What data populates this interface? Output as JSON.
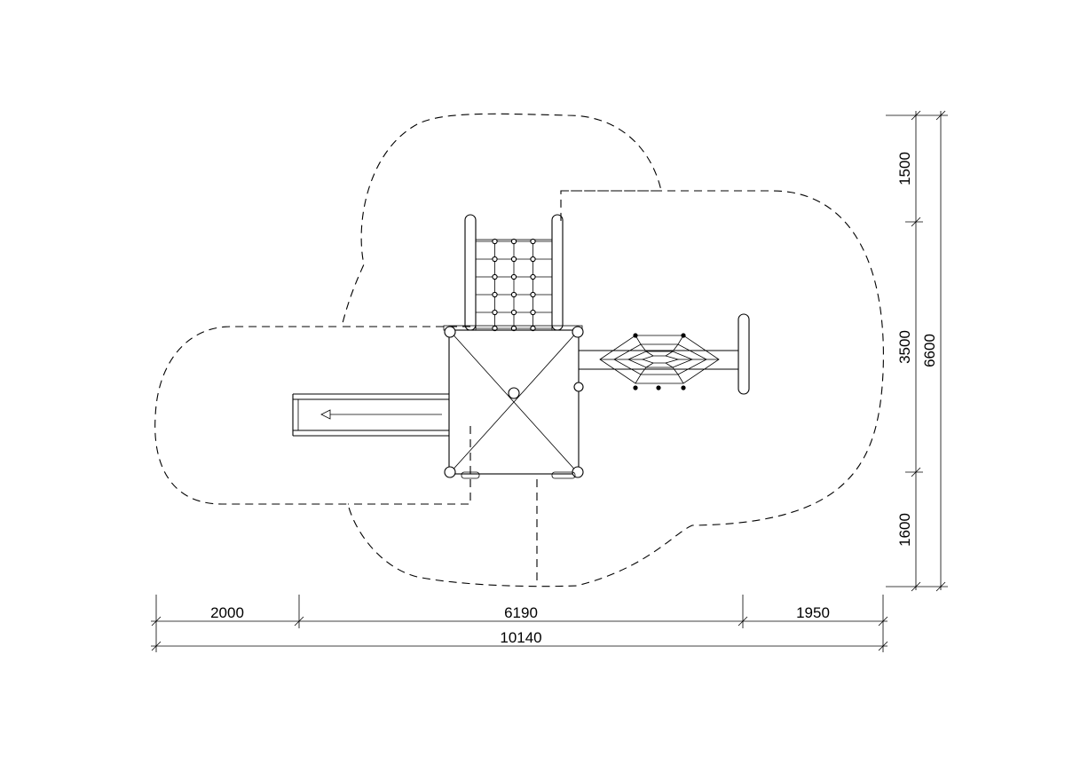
{
  "drawing": {
    "dimensions": {
      "horizontal": {
        "left": "2000",
        "middle": "6190",
        "right": "1950",
        "total": "10140"
      },
      "vertical": {
        "top": "1500",
        "middle": "3500",
        "bottom": "1600",
        "total": "6600"
      }
    },
    "components": {
      "tower": "tower-roof",
      "climbing_net": "climbing-net",
      "slide": "slide",
      "rope_bridge": "rope-bridge",
      "safety_zone": "safety-zone-outline"
    },
    "colors": {
      "line": "#000000",
      "background": "#ffffff"
    }
  }
}
